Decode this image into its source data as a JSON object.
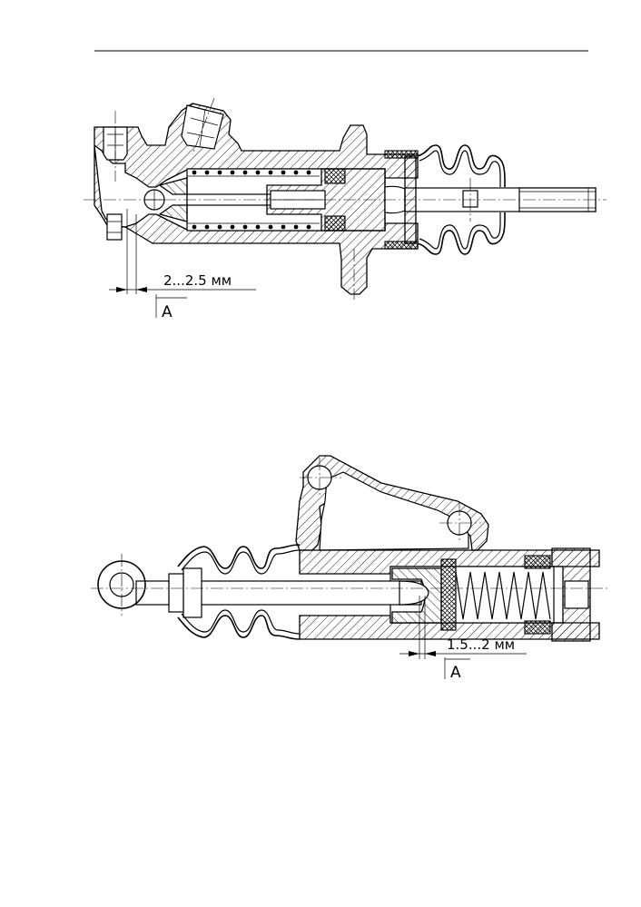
{
  "figure_1": {
    "dimension_label": "2...2.5 мм",
    "section_label": "A"
  },
  "figure_2": {
    "dimension_label": "1.5...2 мм",
    "section_label": "A"
  }
}
